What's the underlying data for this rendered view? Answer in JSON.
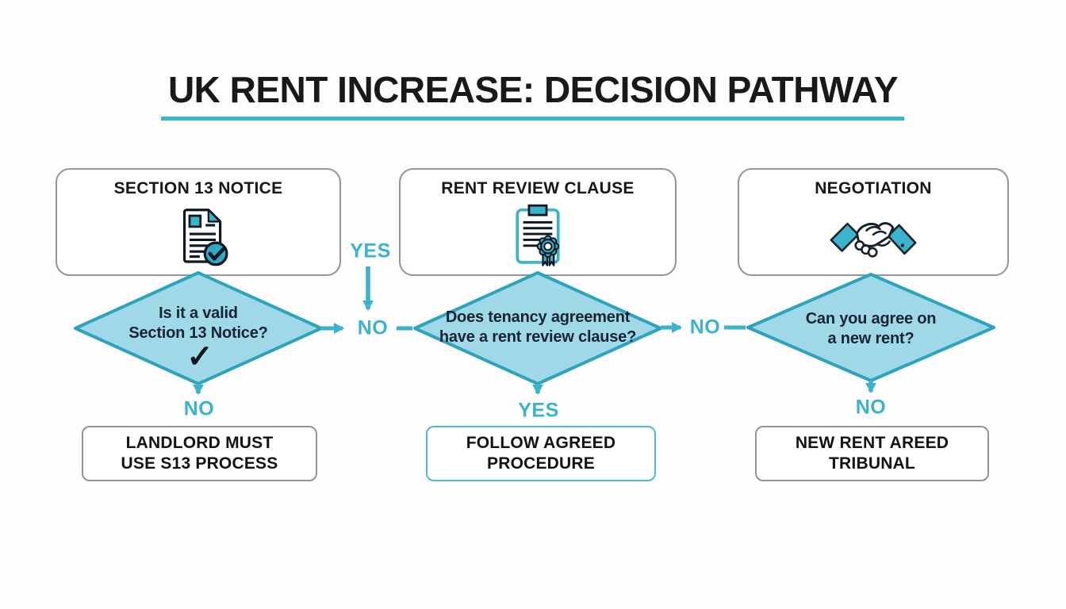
{
  "title": "UK RENT INCREASE: DECISION PATHWAY",
  "colors": {
    "accent_teal": "#3bb3cb",
    "diamond_fill": "#9fd9e7",
    "diamond_stroke": "#2da3bd",
    "box_border_gray": "#8f9598",
    "result2_border": "#4db9d3",
    "title_underline": "#3ab5cc",
    "dark_text": "#152433"
  },
  "icons": {
    "checkmark": "✓",
    "box1_icon": "document-check-icon",
    "box2_icon": "certificate-icon",
    "box3_icon": "handshake-icon"
  },
  "col1": {
    "box_title": "SECTION 13 NOTICE",
    "question_line1": "Is it a valid",
    "question_line2": "Section 13 Notice?",
    "down_label": "NO",
    "result_line1": "LANDLORD MUST",
    "result_line2": "USE S13 PROCESS"
  },
  "col2": {
    "box_title": "RENT REVIEW CLAUSE",
    "question_line1": "Does tenancy agreement",
    "question_line2": "have a rent review clause?",
    "down_label": "YES",
    "result_line1": "FOLLOW AGREED",
    "result_line2": "PROCEDURE"
  },
  "col3": {
    "box_title": "NEGOTIATION",
    "question_line1": "Can you agree on",
    "question_line2": "a new rent?",
    "down_label": "NO",
    "result_line1": "NEW RENT AREED",
    "result_line2": "TRIBUNAL"
  },
  "junction1": {
    "yes_label": "YES",
    "no_label": "NO"
  },
  "junction2": {
    "no_label": "NO"
  }
}
